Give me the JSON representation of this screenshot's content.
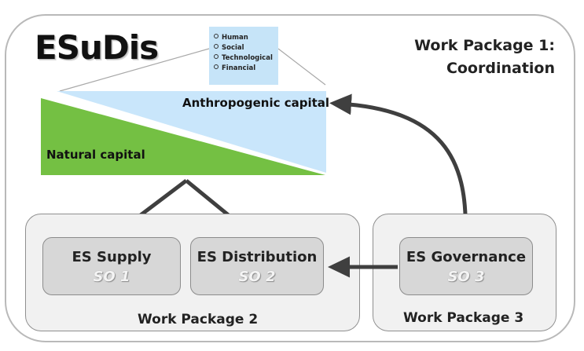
{
  "logo": "ESuDis",
  "coordination": {
    "line1": "Work Package 1:",
    "line2": "Coordination"
  },
  "capital_types": [
    "Human",
    "Social",
    "Technological",
    "Financial"
  ],
  "labels": {
    "anthropogenic": "Anthropogenic capital",
    "natural": "Natural capital"
  },
  "colors": {
    "anthropogenic": "#c9e6fb",
    "natural": "#74c043",
    "legend_bg": "#c6e4f8",
    "arrow": "#3f3f3f",
    "box": "#d7d7d7"
  },
  "packages": {
    "wp2": {
      "label": "Work Package 2",
      "objectives": [
        {
          "title": "ES Supply",
          "code": "SO 1"
        },
        {
          "title": "ES Distribution",
          "code": "SO 2"
        }
      ]
    },
    "wp3": {
      "label": "Work Package 3",
      "objectives": [
        {
          "title": "ES Governance",
          "code": "SO 3"
        }
      ]
    }
  }
}
